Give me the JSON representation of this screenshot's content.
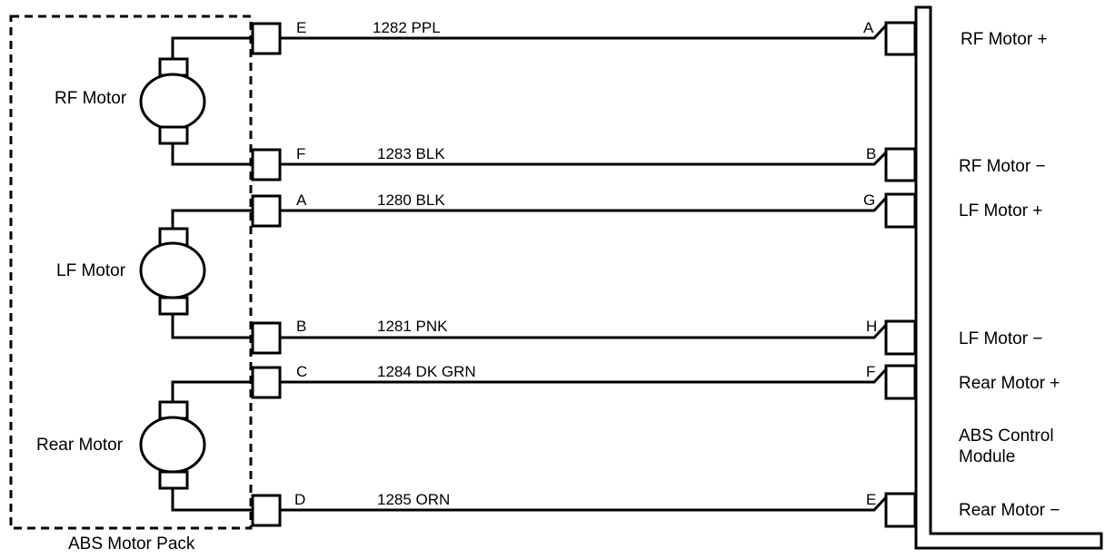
{
  "motor_pack": {
    "label": "ABS Motor Pack",
    "motors": [
      {
        "label": "RF Motor"
      },
      {
        "label": "LF Motor"
      },
      {
        "label": "Rear Motor"
      }
    ]
  },
  "module": {
    "label_line1": "ABS Control",
    "label_line2": "Module"
  },
  "circuits": [
    {
      "pack_pin": "E",
      "wire": "1282 PPL",
      "module_pin": "A",
      "module_label": "RF Motor +"
    },
    {
      "pack_pin": "F",
      "wire": "1283 BLK",
      "module_pin": "B",
      "module_label": "RF Motor −"
    },
    {
      "pack_pin": "A",
      "wire": "1280 BLK",
      "module_pin": "G",
      "module_label": "LF Motor +"
    },
    {
      "pack_pin": "B",
      "wire": "1281 PNK",
      "module_pin": "H",
      "module_label": "LF Motor −"
    },
    {
      "pack_pin": "C",
      "wire": "1284 DK GRN",
      "module_pin": "F",
      "module_label": "Rear Motor +"
    },
    {
      "pack_pin": "D",
      "wire": "1285 ORN",
      "module_pin": "E",
      "module_label": "Rear Motor −"
    }
  ],
  "colors": {
    "ink": "#000000",
    "background": "#ffffff"
  }
}
